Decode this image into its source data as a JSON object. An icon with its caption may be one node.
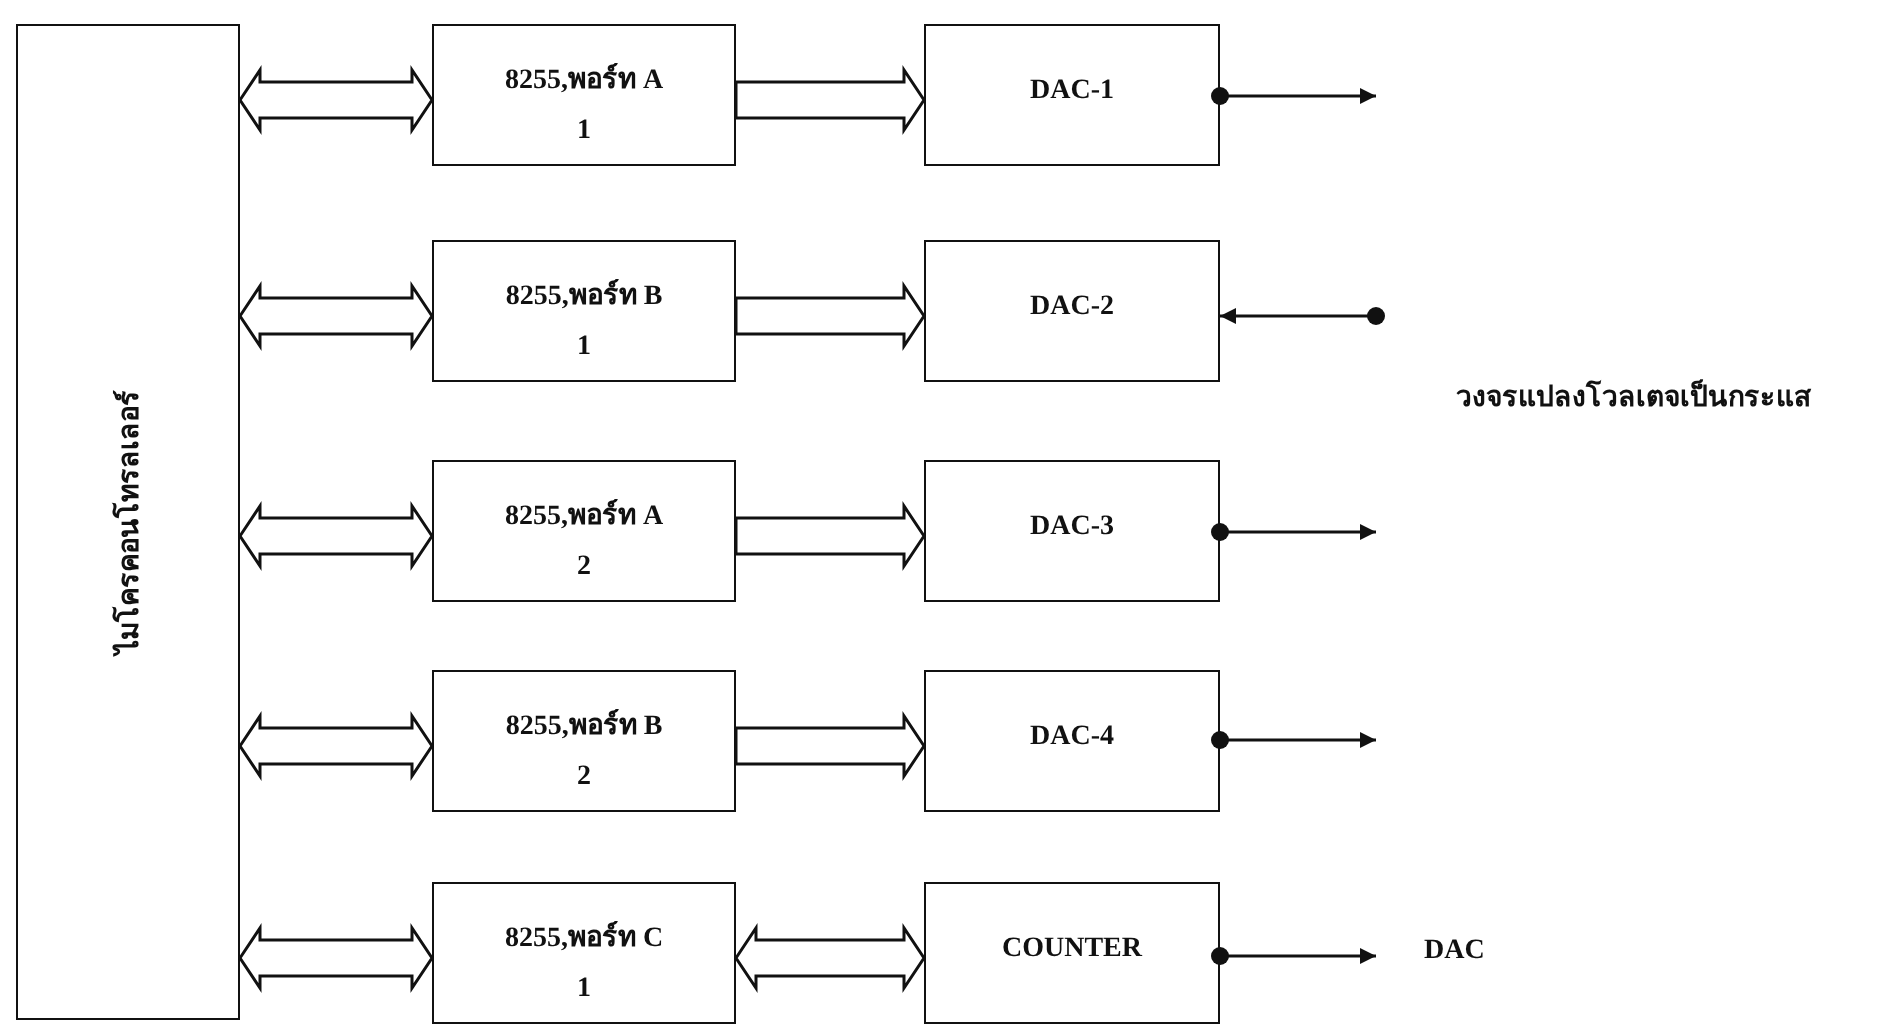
{
  "diagram": {
    "nodes": [
      {
        "text": [
          "ไมโครคอนโทรลเลอร์"
        ]
      },
      {
        "text": [
          "8255,พอร์ท A",
          "1"
        ]
      },
      {
        "text": [
          "8255,พอร์ท B",
          "1"
        ]
      },
      {
        "text": [
          "8255,พอร์ท A",
          "2"
        ]
      },
      {
        "text": [
          "8255,พอร์ท B",
          "2"
        ]
      },
      {
        "text": [
          "8255,พอร์ท C",
          "1"
        ]
      },
      {
        "text": [
          "DAC-1"
        ]
      },
      {
        "text": [
          "DAC-2"
        ]
      },
      {
        "text": [
          "DAC-3"
        ]
      },
      {
        "text": [
          "DAC-4"
        ]
      },
      {
        "text": [
          "COUNTER"
        ]
      }
    ],
    "edges": [
      {
        "from": 0,
        "to": 1,
        "arrow": "both",
        "style": "thick"
      },
      {
        "from": 0,
        "to": 2,
        "arrow": "both",
        "style": "thick"
      },
      {
        "from": 0,
        "to": 3,
        "arrow": "both",
        "style": "thick"
      },
      {
        "from": 0,
        "to": 4,
        "arrow": "both",
        "style": "thick"
      },
      {
        "from": 0,
        "to": 5,
        "arrow": "both",
        "style": "thick"
      },
      {
        "from": 1,
        "to": 6,
        "arrow": "to",
        "style": "thick"
      },
      {
        "from": 2,
        "to": 7,
        "arrow": "to",
        "style": "thick"
      },
      {
        "from": 3,
        "to": 8,
        "arrow": "to",
        "style": "thick"
      },
      {
        "from": 4,
        "to": 9,
        "arrow": "to",
        "style": "thick"
      },
      {
        "from": 5,
        "to": 10,
        "arrow": "both",
        "style": "thick"
      },
      {
        "from": 6,
        "to": null,
        "arrow": "to"
      },
      {
        "from": null,
        "to": 7,
        "arrow": "to"
      },
      {
        "from": 8,
        "to": null,
        "arrow": "to"
      },
      {
        "from": 9,
        "to": null,
        "arrow": "to"
      },
      {
        "from": 10,
        "to": null,
        "arrow": "to"
      }
    ],
    "labels": [
      "วงจรแปลงโวลเตจเป็นกระแส",
      "DAC"
    ]
  }
}
